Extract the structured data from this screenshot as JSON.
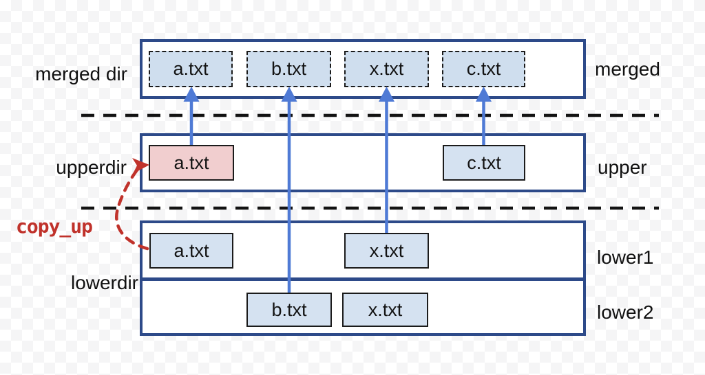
{
  "colors": {
    "box_border_navy": "#2d4a89",
    "file_fill_blue": "#d5e2f1",
    "merged_file_fill": "#cfdeee",
    "copied_up_file_fill_pink": "#f1cecf",
    "arrow_blue": "#4f7ad5",
    "copy_up_red": "#c0322b",
    "separator_black": "#131313"
  },
  "layers": {
    "merged": {
      "side_label": "merged dir",
      "right_label": "merged",
      "files": [
        {
          "name": "a.txt"
        },
        {
          "name": "b.txt"
        },
        {
          "name": "x.txt"
        },
        {
          "name": "c.txt"
        }
      ]
    },
    "upper": {
      "side_label": "upperdir",
      "right_label": "upper",
      "files": [
        {
          "name": "a.txt"
        },
        {
          "name": "c.txt"
        }
      ]
    },
    "lower": {
      "side_label": "lowerdir"
    },
    "lower1": {
      "right_label": "lower1",
      "files": [
        {
          "name": "a.txt"
        },
        {
          "name": "x.txt"
        }
      ]
    },
    "lower2": {
      "right_label": "lower2",
      "files": [
        {
          "name": "b.txt"
        },
        {
          "name": "x.txt"
        }
      ]
    }
  },
  "annotations": {
    "copy_up_label": "copy_up"
  }
}
